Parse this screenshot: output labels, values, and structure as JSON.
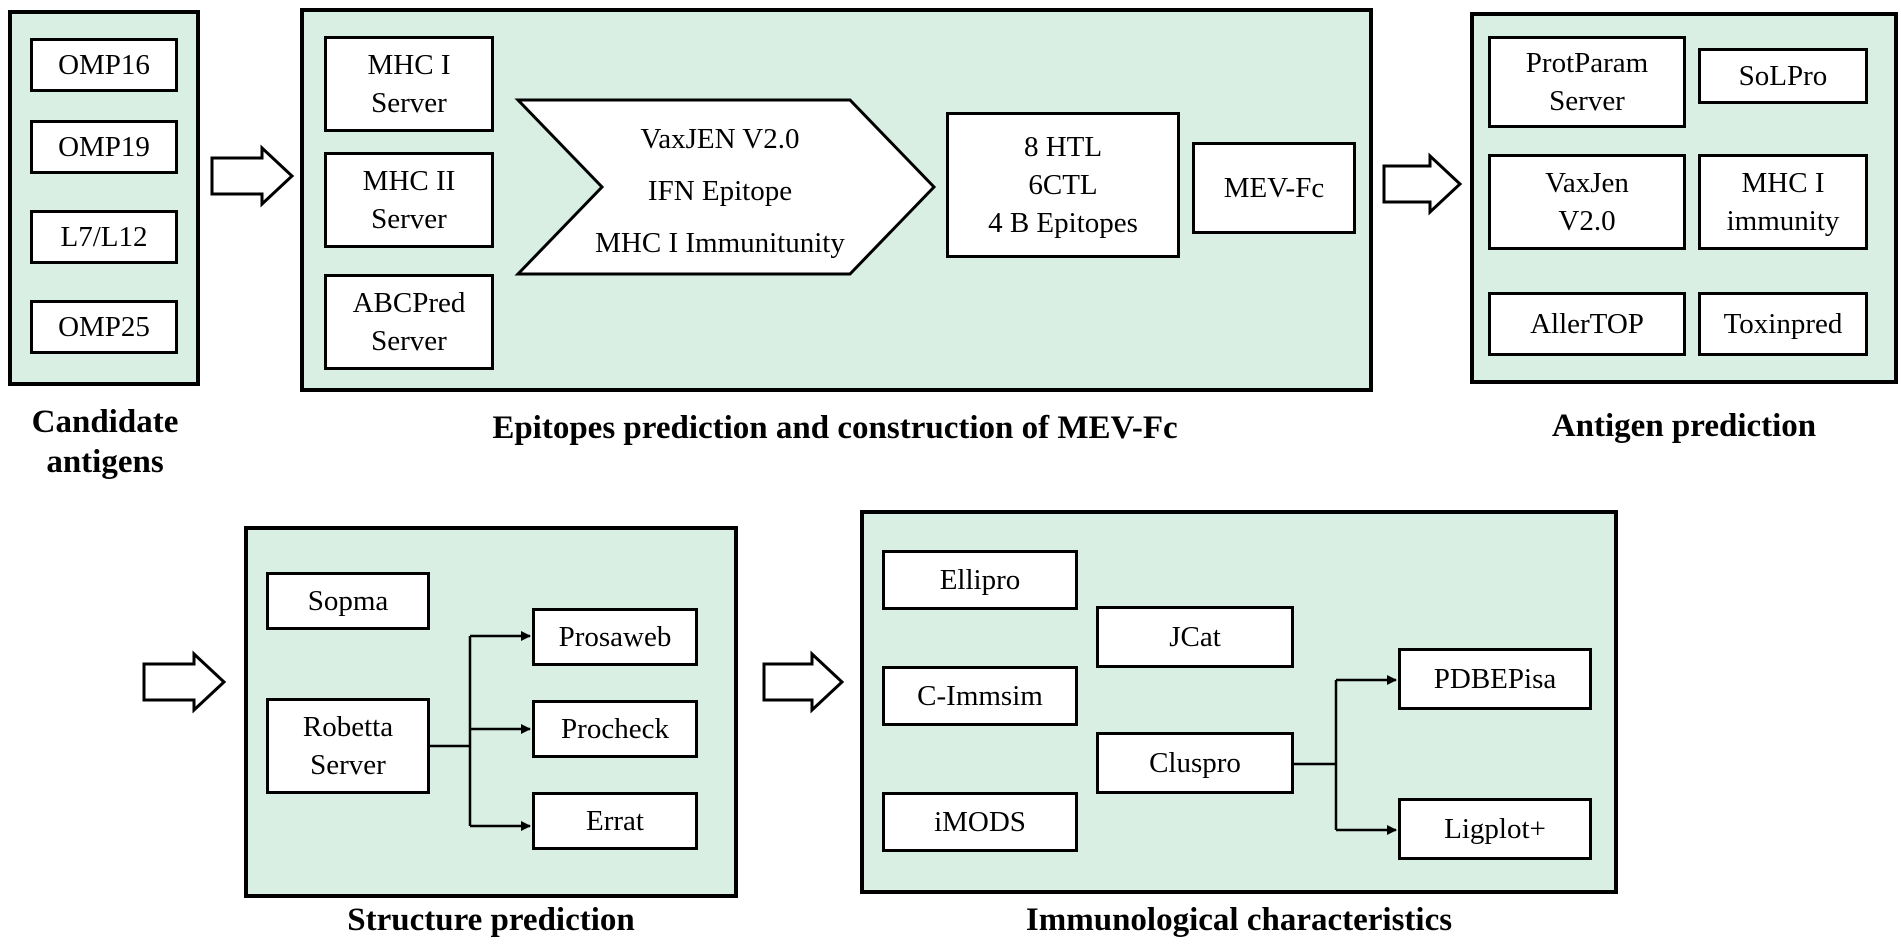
{
  "candidate_antigens": {
    "caption": "Candidate\nantigens",
    "items": [
      "OMP16",
      "OMP19",
      "L7/L12",
      "OMP25"
    ]
  },
  "epitopes": {
    "caption": "Epitopes prediction and construction of MEV-Fc",
    "servers": [
      "MHC I\nServer",
      "MHC II\nServer",
      "ABCPred\nServer"
    ],
    "chevron_lines": [
      "VaxJEN V2.0",
      "IFN Epitope",
      "MHC I Immunitunity"
    ],
    "selected": "8 HTL\n6CTL\n4 B Epitopes",
    "construct": "MEV-Fc"
  },
  "antigen_prediction": {
    "caption": "Antigen prediction",
    "items": [
      "ProtParam\nServer",
      "SoLPro",
      "VaxJen\nV2.0",
      "MHC I\nimmunity",
      "AllerTOP",
      "Toxinpred"
    ]
  },
  "structure_prediction": {
    "caption": "Structure prediction",
    "sopma": "Sopma",
    "robetta": "Robetta\nServer",
    "validators": [
      "Prosaweb",
      "Procheck",
      "Errat"
    ]
  },
  "immunological": {
    "caption": "Immunological characteristics",
    "left_tools": [
      "Ellipro",
      "C-Immsim",
      "iMODS"
    ],
    "jcat": "JCat",
    "cluspro": "Cluspro",
    "docking_outputs": [
      "PDBEPisa",
      "Ligplot+"
    ]
  },
  "colors": {
    "panel_fill": "#d9efe4",
    "border": "#000000",
    "box_fill": "#ffffff"
  }
}
